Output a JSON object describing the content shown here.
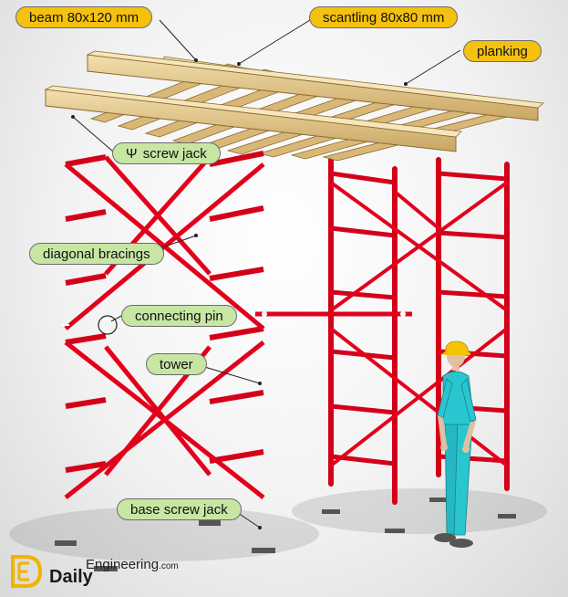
{
  "labels": {
    "beam": "beam 80x120 mm",
    "scantling": "scantling 80x80 mm",
    "planking": "planking",
    "screw_jack": "screw jack",
    "screw_jack_glyph": "Ψ",
    "diagonal_bracings": "diagonal bracings",
    "connecting_pin": "connecting pin",
    "tower": "tower",
    "base_screw_jack": "base screw jack"
  },
  "watermark": {
    "daily": "Daily",
    "engineering": "Engineering",
    "domain_suffix": ".com"
  },
  "colors": {
    "frame": "#e3001b",
    "timber": "#e4c98e",
    "label_yellow": "#f4c10f",
    "label_green": "#c7e6a3",
    "logo": "#f0b400"
  }
}
